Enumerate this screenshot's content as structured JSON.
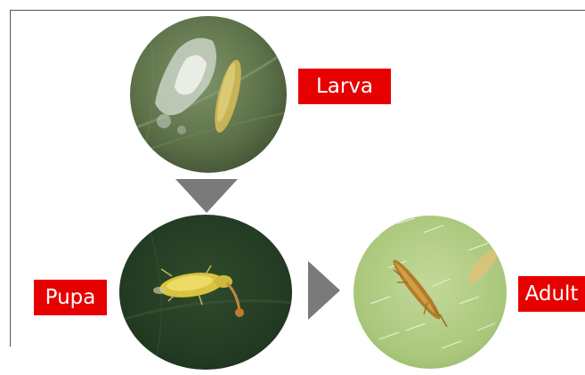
{
  "stages": {
    "larva": {
      "label": "Larva"
    },
    "pupa": {
      "label": "Pupa"
    },
    "adult": {
      "label": "Adult"
    }
  },
  "colors": {
    "label_background": "#e60000",
    "label_text": "#ffffff",
    "arrow": "#7a7a7a",
    "frame": "#555555"
  },
  "icons": {
    "larva_arrow": "triangle-down-icon",
    "pupa_arrow": "triangle-right-icon"
  }
}
